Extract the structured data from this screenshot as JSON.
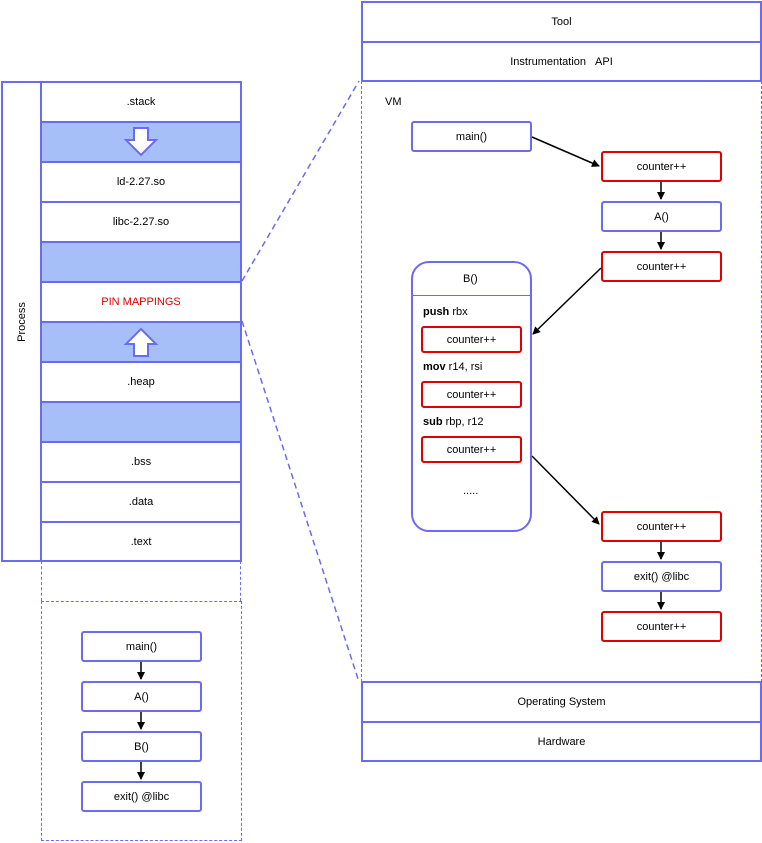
{
  "process": {
    "label": "Process",
    "segments": {
      "stack": ".stack",
      "ld": "ld-2.27.so",
      "libc": "libc-2.27.so",
      "pin": "PIN MAPPINGS",
      "heap": ".heap",
      "bss": ".bss",
      "data": ".data",
      "text": ".text"
    }
  },
  "native_flow": [
    "main()",
    "A()",
    "B()",
    "exit() @libc"
  ],
  "stack_layers": {
    "tool": "Tool",
    "instrumentation": "Instrumentation",
    "api": "API",
    "vm": "VM",
    "os": "Operating System",
    "hardware": "Hardware"
  },
  "vm_flow": {
    "main": "main()",
    "counter": "counter++",
    "a": "A()",
    "exit": "exit() @libc"
  },
  "b_block": {
    "title": "B()",
    "instructions": [
      {
        "op": "push",
        "args": " rbx"
      },
      {
        "op": "mov",
        "args": " r14, rsi"
      },
      {
        "op": "sub",
        "args": " rbp, r12"
      }
    ],
    "counter": "counter++",
    "ellipsis": "....."
  },
  "colors": {
    "border": "#6b6bef",
    "fill": "#a7bff9",
    "instrumented": "#e00000"
  }
}
